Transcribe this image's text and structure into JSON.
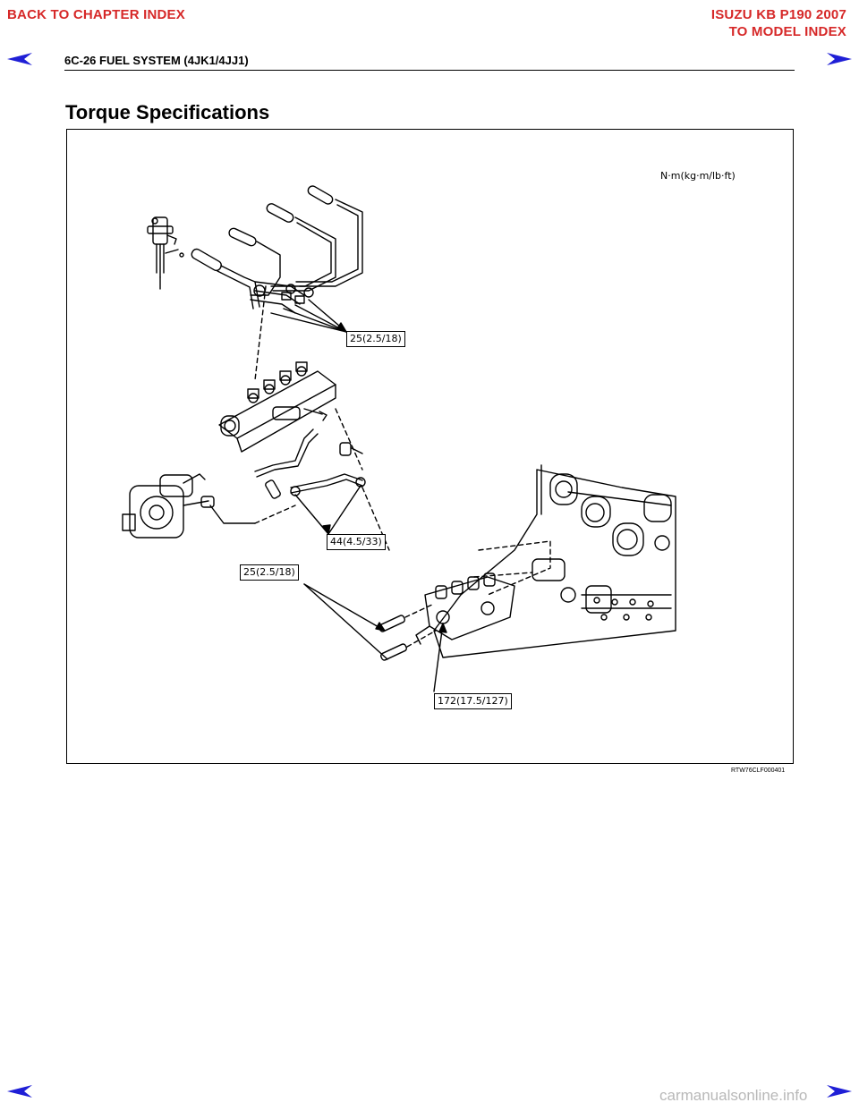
{
  "nav": {
    "back_to_chapter": "BACK TO CHAPTER INDEX",
    "model_title": "ISUZU KB P190 2007",
    "to_model_index": "TO MODEL INDEX"
  },
  "header": {
    "section_title": "6C-26  FUEL SYSTEM (4JK1/4JJ1)"
  },
  "page": {
    "heading": "Torque Specifications"
  },
  "figure": {
    "units_label": "N·m(kg·m/lb·ft)",
    "callouts": [
      "25(2.5/18)",
      "44(4.5/33)",
      "25(2.5/18)",
      "172(17.5/127)"
    ],
    "figure_id": "RTW76CLF000401"
  },
  "footer": {
    "watermark": "carmanualsonline.info"
  },
  "colors": {
    "nav_link": "#d62828",
    "arrow": "#1f1fd6"
  },
  "icons": [
    "prev-page-arrow-icon",
    "next-page-arrow-icon"
  ]
}
